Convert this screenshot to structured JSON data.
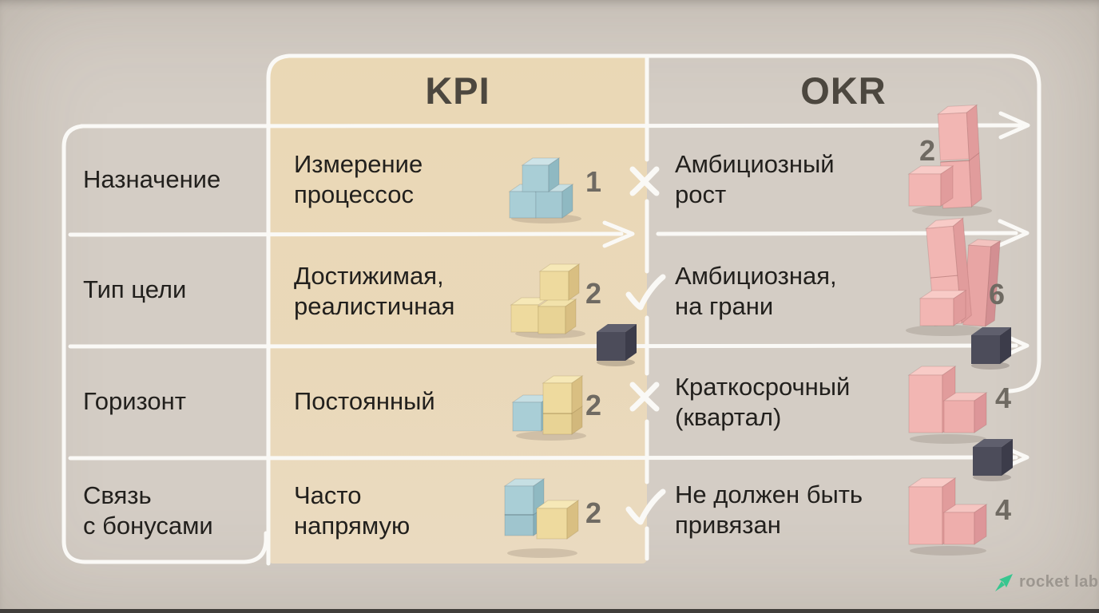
{
  "title": {
    "kpi": "KPI",
    "okr": "OKR"
  },
  "rows": [
    {
      "label_line1": "Назначение",
      "label_line2": "",
      "kpi_line1": "Измерение",
      "kpi_line2": "процессос",
      "kpi_count": "1",
      "kpi_blocks": "blue-pyramid",
      "verdict": "cross",
      "okr_line1": "Амбициозный",
      "okr_line2": "рост",
      "okr_count": "2",
      "okr_blocks": "pink-tall-tower"
    },
    {
      "label_line1": "Тип цели",
      "label_line2": "",
      "kpi_line1": "Достижимая,",
      "kpi_line2": "реалистичная",
      "kpi_count": "2",
      "kpi_blocks": "yellow-steps",
      "verdict": "check",
      "okr_line1": "Амбициозная,",
      "okr_line2": "на грани",
      "okr_count": "6",
      "okr_blocks": "pink-leaning-tower"
    },
    {
      "label_line1": "Горизонт",
      "label_line2": "",
      "kpi_line1": "Постоянный",
      "kpi_line2": "",
      "kpi_count": "2",
      "kpi_blocks": "blue-yellow-stack",
      "verdict": "cross",
      "okr_line1": "Краткосрочный",
      "okr_line2": "(квартал)",
      "okr_count": "4",
      "okr_blocks": "pink-staircase"
    },
    {
      "label_line1": "Связь",
      "label_line2": "с бонусами",
      "kpi_line1": "Часто",
      "kpi_line2": "напрямую",
      "kpi_count": "2",
      "kpi_blocks": "blue-stack-yellow-cube",
      "verdict": "check",
      "okr_line1": "Не должен быть",
      "okr_line2": "привязан",
      "okr_count": "4",
      "okr_blocks": "pink-staircase"
    }
  ],
  "footer": {
    "brand": "rocket lab"
  },
  "palette": {
    "background": "#d4cdc5",
    "kpi_panel": "#ebd9b8",
    "line_white": "#faf9f6",
    "text_dark": "#22201d",
    "header_text": "#4c473f",
    "count_gray": "#6f6a62",
    "block_blue": "#a9ced6",
    "block_yellow": "#eeda9e",
    "block_pink": "#f2b6b3",
    "block_navy": "#4c4c5a",
    "logo_green": "#38c68f",
    "logo_gray": "#9c968f"
  }
}
